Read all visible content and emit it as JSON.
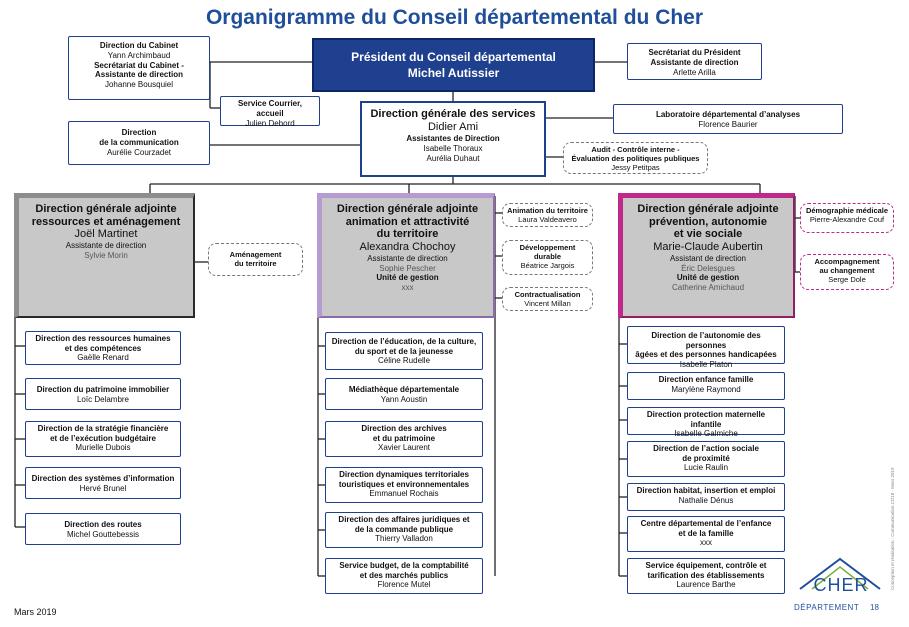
{
  "title": "Organigramme du Conseil départemental du Cher",
  "president": {
    "line1": "Président du Conseil départemental",
    "line2": "Michel Autissier"
  },
  "cabinet": {
    "l1": "Direction du Cabinet",
    "l2": "Yann Archimbaud",
    "l3": "Secrétariat du Cabinet -",
    "l4": "Assistante de direction",
    "l5": "Johanne Bousquiel"
  },
  "courrier": {
    "l1": "Service Courrier, accueil",
    "l2": "Julien Debord"
  },
  "communication": {
    "l1": "Direction",
    "l2": "de la communication",
    "l3": "Aurélie Courzadet"
  },
  "secretariat_president": {
    "l1": "Secrétariat du Président",
    "l2": "Assistante de direction",
    "l3": "Arlette Arilla"
  },
  "laboratoire": {
    "l1": "Laboratoire départemental d’analyses",
    "l2": "Florence Baurier"
  },
  "dgs": {
    "l1": "Direction générale des services",
    "l2": "Didier Ami",
    "l3": "Assistantes de Direction",
    "l4": "Isabelle Thoraux",
    "l5": "Aurélia Duhaut"
  },
  "audit": {
    "l1": "Audit - Contrôle interne -",
    "l2": "Évaluation des politiques publiques",
    "l3": "Jessy Petitpas"
  },
  "dga1": {
    "t1": "Direction générale adjointe",
    "t2": "ressources et aménagement",
    "name": "Joël Martinet",
    "a1": "Assistante de direction",
    "a2": "Sylvie Morin"
  },
  "amenagement": {
    "l1": "Aménagement",
    "l2": "du territoire"
  },
  "dga2": {
    "t1": "Direction générale adjointe",
    "t2": "animation et attractivité",
    "t3": "du territoire",
    "name": "Alexandra Chochoy",
    "a1": "Assistante de direction",
    "a2": "Sophie Pescher",
    "u1": "Unité de gestion",
    "u2": "xxx"
  },
  "side2": [
    {
      "l1": "Animation du territoire",
      "l2": "Laura Valdeavero"
    },
    {
      "l1": "Développement",
      "l2": "durable",
      "l3": "Béatrice Jargois"
    },
    {
      "l1": "Contractualisation",
      "l2": "Vincent Millan"
    }
  ],
  "dga3": {
    "t1": "Direction générale adjointe",
    "t2": "prévention, autonomie",
    "t3": "et vie sociale",
    "name": "Marie-Claude Aubertin",
    "a1": "Assistant de direction",
    "a2": "Éric Delesgues",
    "u1": "Unité de gestion",
    "u2": "Catherine Amichaud"
  },
  "side3": [
    {
      "l1": "Démographie médicale",
      "l2": "Pierre-Alexandre Couf"
    },
    {
      "l1": "Accompagnement",
      "l2": "au changement",
      "l3": "Serge Dole"
    }
  ],
  "col1": [
    {
      "l1": "Direction des ressources humaines",
      "l2": "et des compétences",
      "n": "Gaëlle Renard"
    },
    {
      "l1": "Direction du patrimoine immobilier",
      "l2": "",
      "n": "Loïc Delambre"
    },
    {
      "l1": "Direction de la stratégie financière",
      "l2": "et de l’exécution budgétaire",
      "n": "Murielle Dubois"
    },
    {
      "l1": "Direction des systèmes d’information",
      "l2": "",
      "n": "Hervé Brunel"
    },
    {
      "l1": "Direction des routes",
      "l2": "",
      "n": "Michel Gouttebessis"
    }
  ],
  "col2": [
    {
      "l1": "Direction de l’éducation, de la culture,",
      "l2": "du sport et de la jeunesse",
      "n": "Céline Rudelle"
    },
    {
      "l1": "Médiathèque départementale",
      "l2": "",
      "n": "Yann Aoustin"
    },
    {
      "l1": "Direction des archives",
      "l2": "et du patrimoine",
      "n": "Xavier Laurent"
    },
    {
      "l1": "Direction dynamiques territoriales",
      "l2": "touristiques et environnementales",
      "n": "Emmanuel Rochais"
    },
    {
      "l1": "Direction des affaires juridiques et",
      "l2": "de la commande publique",
      "n": "Thierry Valladon"
    },
    {
      "l1": "Service budget, de la comptabilité",
      "l2": "et des marchés publics",
      "n": "Florence Mutel"
    }
  ],
  "col3": [
    {
      "l1": "Direction de l’autonomie des personnes",
      "l2": "âgées et des personnes handicapées",
      "n": "Isabelle Platon"
    },
    {
      "l1": "Direction enfance famille",
      "l2": "",
      "n": "Marylène Raymond"
    },
    {
      "l1": "Direction protection maternelle infantile",
      "l2": "",
      "n": "Isabelle Galmiche"
    },
    {
      "l1": "Direction de l’action sociale",
      "l2": "de proximité",
      "n": "Lucie Raulin"
    },
    {
      "l1": "Direction habitat, insertion et emploi",
      "l2": "",
      "n": "Nathalie Dénus"
    },
    {
      "l1": "Centre départemental de l’enfance",
      "l2": "et de la famille",
      "n": "xxx"
    },
    {
      "l1": "Service équipement, contrôle et",
      "l2": "tarification des établissements",
      "n": "Laurence Barthe"
    }
  ],
  "footer": "Mars 2019",
  "logo": {
    "text": "CHER",
    "sub": "DÉPARTEMENT",
    "num": "18"
  },
  "credit": "Conception et réalisation : Communication CD18 - Mars 2019",
  "colors": {
    "blue": "#1f3f8f",
    "purple": "#b79bd0",
    "pink": "#c0298a",
    "grey": "#c8c8c8",
    "green": "#7ab23a"
  }
}
